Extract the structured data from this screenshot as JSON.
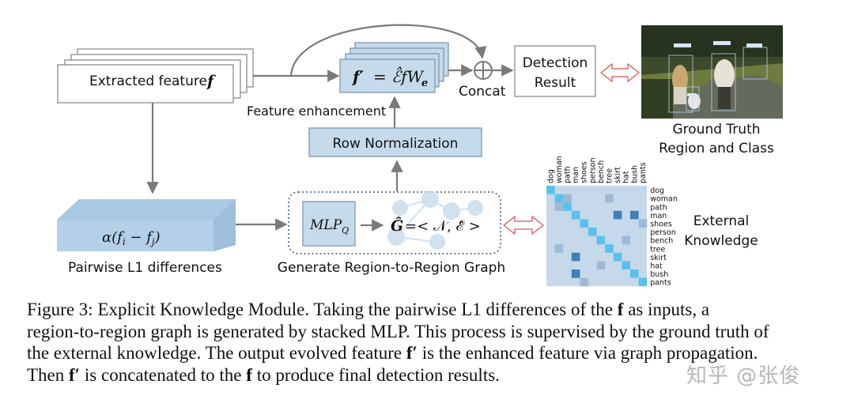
{
  "diagram": {
    "extracted_feature": {
      "label": "Extracted feature",
      "symbol": "f"
    },
    "enhanced_feature": {
      "formula_lhs": "f′",
      "formula_rhs": "= ℰ̂fW",
      "subscript": "e"
    },
    "feature_enhancement_label": "Feature enhancement",
    "concat_label": "Concat",
    "detection_result": {
      "line1": "Detection",
      "line2": "Result"
    },
    "ground_truth": {
      "line1": "Ground Truth",
      "line2": "Region and Class"
    },
    "row_normalization": "Row Normalization",
    "pairwise": {
      "formula": "α(f",
      "sub_i": "i",
      "minus": " − f",
      "sub_j": "j",
      "close": ")",
      "label": "Pairwise L1 differences"
    },
    "graph_module": {
      "mlp": "MLP",
      "mlp_sub": "Q",
      "graph_formula": "=< 𝒩, ℰ̂ >",
      "graph_symbol": "Ĝ",
      "label": "Generate Region-to-Region Graph"
    },
    "external_knowledge": {
      "line1": "External",
      "line2": "Knowledge"
    },
    "matrix": {
      "classes": [
        "dog",
        "woman",
        "path",
        "man",
        "shoes",
        "person",
        "bench",
        "tree",
        "skirt",
        "hat",
        "bush",
        "pants"
      ],
      "colors": {
        "background": "#c5d9ea",
        "diagonal": "#5bc0ec",
        "strong": "#3f7fb8",
        "weak": "#9db9d6"
      },
      "cells": [
        {
          "row": 0,
          "col": 0,
          "level": "diagonal"
        },
        {
          "row": 1,
          "col": 1,
          "level": "diagonal"
        },
        {
          "row": 1,
          "col": 2,
          "level": "weak"
        },
        {
          "row": 2,
          "col": 1,
          "level": "weak"
        },
        {
          "row": 2,
          "col": 2,
          "level": "diagonal"
        },
        {
          "row": 1,
          "col": 7,
          "level": "weak"
        },
        {
          "row": 3,
          "col": 3,
          "level": "diagonal"
        },
        {
          "row": 3,
          "col": 8,
          "level": "strong"
        },
        {
          "row": 3,
          "col": 10,
          "level": "strong"
        },
        {
          "row": 4,
          "col": 4,
          "level": "diagonal"
        },
        {
          "row": 4,
          "col": 11,
          "level": "weak"
        },
        {
          "row": 5,
          "col": 5,
          "level": "diagonal"
        },
        {
          "row": 6,
          "col": 6,
          "level": "diagonal"
        },
        {
          "row": 6,
          "col": 9,
          "level": "weak"
        },
        {
          "row": 7,
          "col": 1,
          "level": "weak"
        },
        {
          "row": 7,
          "col": 7,
          "level": "diagonal"
        },
        {
          "row": 8,
          "col": 3,
          "level": "strong"
        },
        {
          "row": 8,
          "col": 8,
          "level": "diagonal"
        },
        {
          "row": 9,
          "col": 6,
          "level": "weak"
        },
        {
          "row": 9,
          "col": 9,
          "level": "diagonal"
        },
        {
          "row": 10,
          "col": 3,
          "level": "strong"
        },
        {
          "row": 10,
          "col": 10,
          "level": "diagonal"
        },
        {
          "row": 11,
          "col": 4,
          "level": "weak"
        },
        {
          "row": 11,
          "col": 11,
          "level": "diagonal"
        }
      ]
    },
    "colors": {
      "box_fill": "#c5dbeb",
      "box_stroke": "#7f98ad",
      "arrow": "#7a7a7a",
      "double_arrow": "#d9534f",
      "node_fill": "#c9dcec"
    }
  },
  "caption": {
    "lines": [
      [
        "Figure 3:  Explicit Knowledge Module.  Taking the pairwise L1 differences of the ",
        {
          "b": "f"
        },
        " as inputs, a"
      ],
      [
        "region-to-region graph is generated by stacked MLP. This process is supervised by the ground truth of"
      ],
      [
        "the external knowledge. The output evolved feature ",
        {
          "b": "f′"
        },
        " is the enhanced feature via graph propagation."
      ],
      [
        "Then ",
        {
          "b": "f′"
        },
        " is concatenated to the ",
        {
          "b": "f"
        },
        " to produce final detection results."
      ]
    ]
  },
  "watermark": "知乎 @张俊"
}
